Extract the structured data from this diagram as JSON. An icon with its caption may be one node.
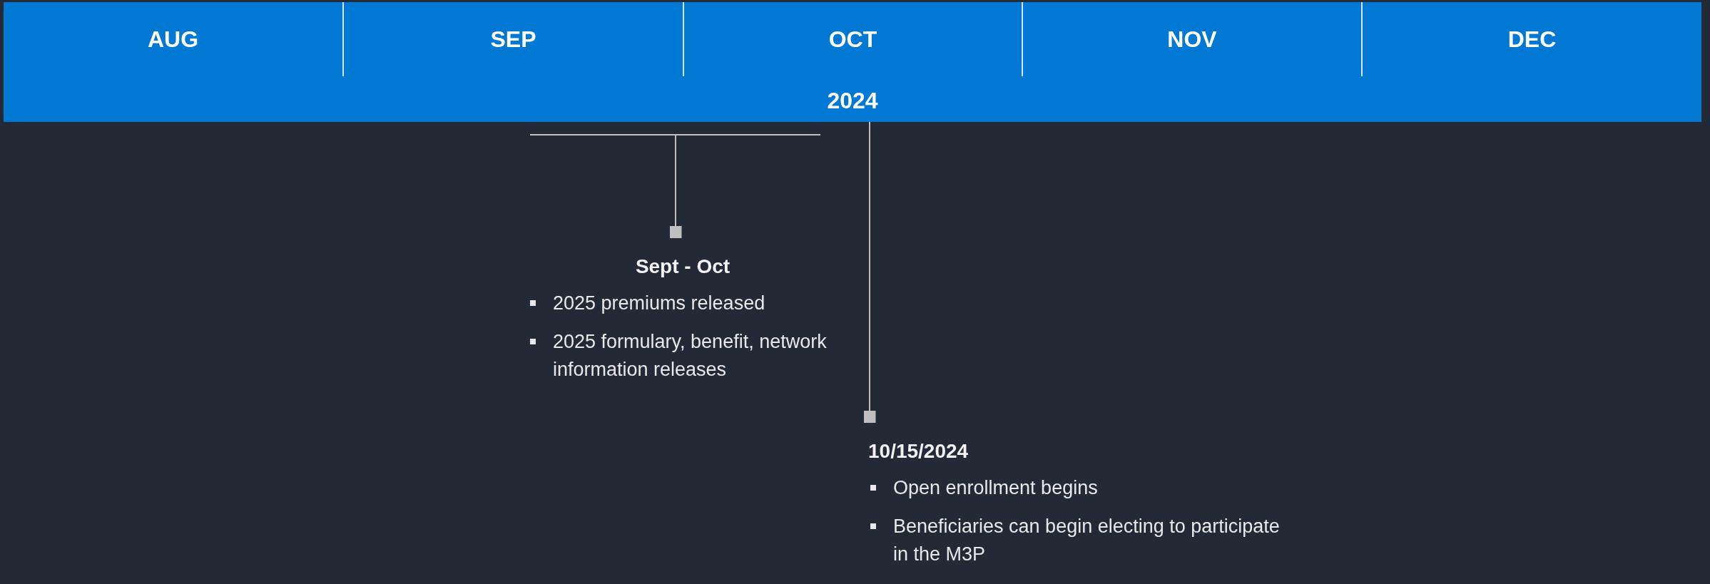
{
  "diagram": {
    "nodes": [
      {
        "text": [
          "2024"
        ]
      },
      {
        "text": [
          "AUG"
        ],
        "in": 0
      },
      {
        "text": [
          "SEP"
        ],
        "in": 0
      },
      {
        "text": [
          "OCT"
        ],
        "in": 0
      },
      {
        "text": [
          "NOV"
        ],
        "in": 0
      },
      {
        "text": [
          "DEC"
        ],
        "in": 0
      },
      {
        "text": [],
        "shape": "bar"
      },
      {
        "text": [
          "Sept - Oct",
          "2025 premiums released",
          "2025 formulary, benefit, network information releases"
        ]
      },
      {
        "text": [
          "10/15/2024",
          "Open enrollment begins",
          "Beneficiaries can begin electing to participate in the M3P"
        ]
      }
    ],
    "edges": [
      {
        "from": 6,
        "to": 7,
        "arrow": "other"
      },
      {
        "from": 0,
        "to": 8,
        "arrow": "other"
      }
    ]
  }
}
